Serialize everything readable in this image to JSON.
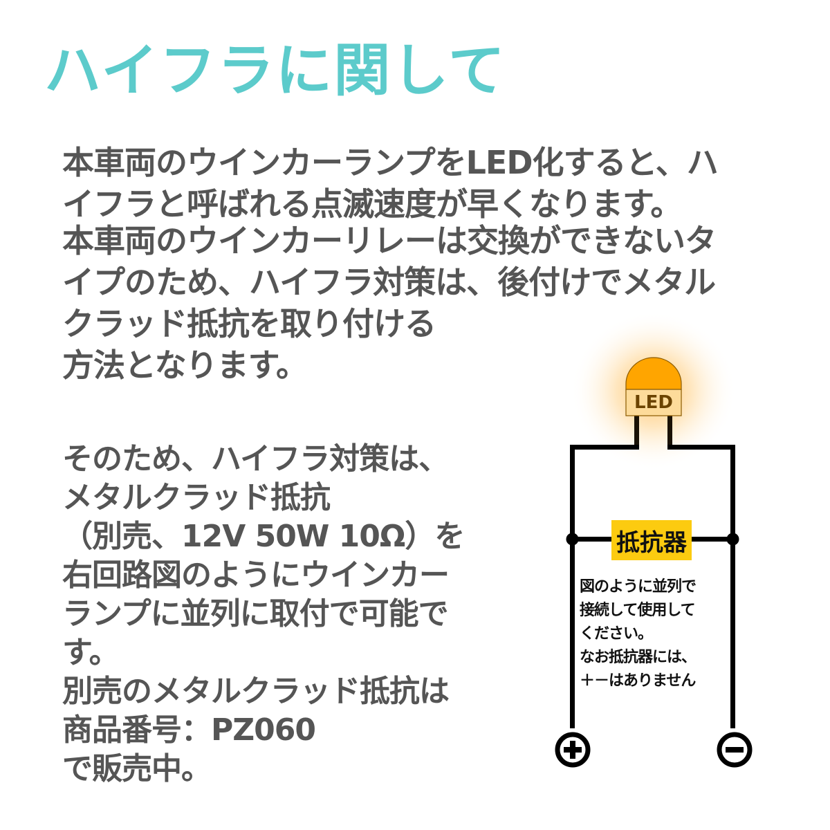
{
  "title": "ハイフラに関して",
  "paragraph1": {
    "lines": [
      "本車両のウインカーランプをLED化すると、ハ",
      "イフラと呼ばれる点滅速度が早くなります。"
    ]
  },
  "paragraph2": {
    "lines": [
      "本車両のウインカーリレーは交換ができないタ",
      "イプのため、ハイフラ対策は、後付けでメタル",
      "クラッド抵抗を取り付ける",
      "方法となります。"
    ]
  },
  "paragraph3": {
    "lines": [
      "そのため、ハイフラ対策は、",
      "メタルクラッド抵抗",
      "（別売、12V 50W 10Ω）を",
      "右回路図のようにウインカー",
      "ランプに並列に取付で可能で",
      "す。",
      "別売のメタルクラッド抵抗は",
      "商品番号：PZ060",
      "で販売中。"
    ]
  },
  "diagram": {
    "led_label": "LED",
    "resistor_label": "抵抗器",
    "note_lines": [
      "図のように並列で",
      "接続して使用して",
      "ください。",
      "なお抵抗器には、",
      "＋－はありません"
    ],
    "positive_terminal": "plus-terminal-icon",
    "negative_terminal": "minus-terminal-icon",
    "colors": {
      "title": "#5ccbcb",
      "body_text": "#555555",
      "led_dome": "#ffa500",
      "led_body": "#fddb9a",
      "led_glow": "#ffc15a",
      "resistor_bg": "#fccb10",
      "wire": "#000000"
    }
  }
}
